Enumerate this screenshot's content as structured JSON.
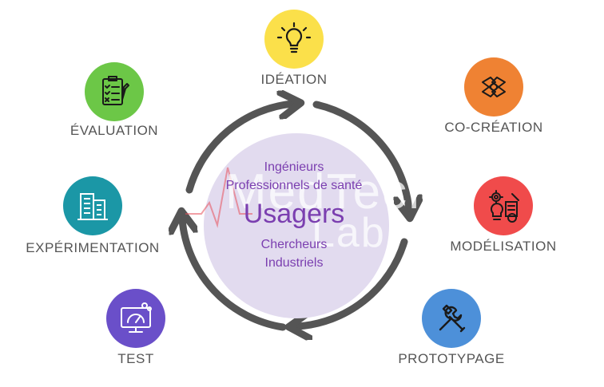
{
  "center": {
    "lines_top": [
      "Ingénieurs",
      "Professionnels de santé"
    ],
    "main": "Usagers",
    "lines_bottom": [
      "Chercheurs",
      "Industriels"
    ],
    "watermark": [
      "MedTech",
      "Lab"
    ]
  },
  "nodes": [
    {
      "id": "ideation",
      "label": "IDÉATION",
      "color": "#fbe04a",
      "icon": "lightbulb-icon"
    },
    {
      "id": "co-creation",
      "label": "CO-CRÉATION",
      "color": "#ef8233",
      "icon": "joined-hands-icon"
    },
    {
      "id": "modelisation",
      "label": "MODÉLISATION",
      "color": "#f04b4b",
      "icon": "gears-lightbulb-icon"
    },
    {
      "id": "prototypage",
      "label": "PROTOTYPAGE",
      "color": "#4d90d9",
      "icon": "wrench-screwdriver-icon"
    },
    {
      "id": "test",
      "label": "TEST",
      "color": "#6a4fc9",
      "icon": "monitor-gauge-icon"
    },
    {
      "id": "experimentation",
      "label": "EXPÉRIMENTATION",
      "color": "#1b97a6",
      "icon": "buildings-icon"
    },
    {
      "id": "evaluation",
      "label": "ÉVALUATION",
      "color": "#6cc747",
      "icon": "checklist-icon"
    }
  ],
  "colors": {
    "arrow": "#555555",
    "center_text": "#7b3fb0",
    "label": "#555555",
    "disc": "#e2dbef"
  }
}
